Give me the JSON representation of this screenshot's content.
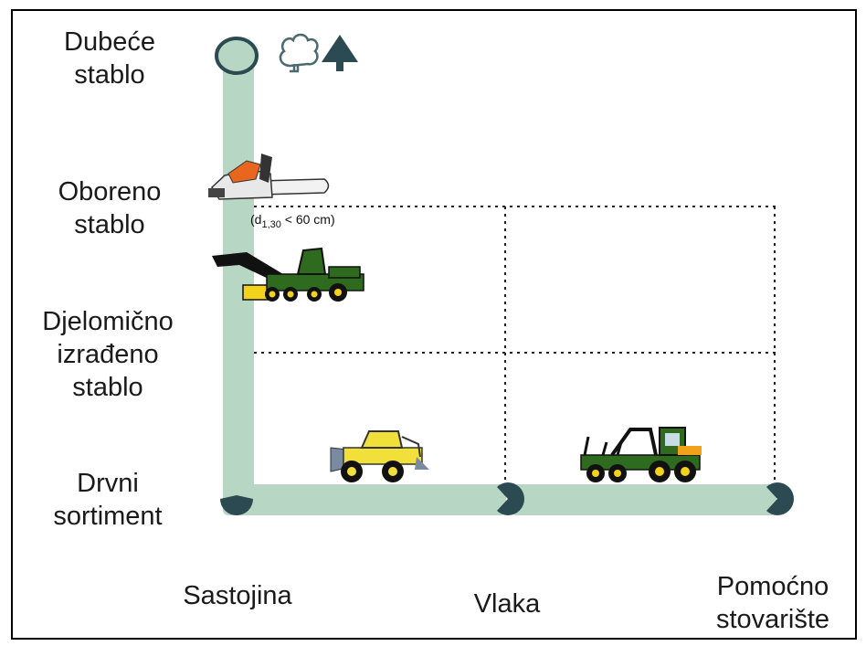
{
  "labels": {
    "stage_standing": [
      "Dubeće",
      "stablo"
    ],
    "stage_felled": [
      "Obore­no",
      "stablo"
    ],
    "stage_partial": [
      "Djelomično",
      "izrađeno",
      "stablo"
    ],
    "stage_assortment": [
      "Drvni",
      "sortiment"
    ],
    "loc_stand": "Sastojina",
    "loc_trail": "Vlaka",
    "loc_landing": [
      "Pomoćno",
      "stovarište"
    ]
  },
  "note": {
    "prefix": "(d",
    "sub": "1,30",
    "suffix": " < 60 cm)"
  },
  "icons": [
    "deciduous-tree-icon",
    "conifer-tree-icon",
    "chainsaw-icon",
    "harvester-icon",
    "skidder-icon",
    "forwarder-icon"
  ],
  "colors": {
    "path": "#b8d6c4",
    "node": "#2c4a52",
    "tree_outline": "#4a6a70",
    "conifer": "#2c4a52"
  }
}
